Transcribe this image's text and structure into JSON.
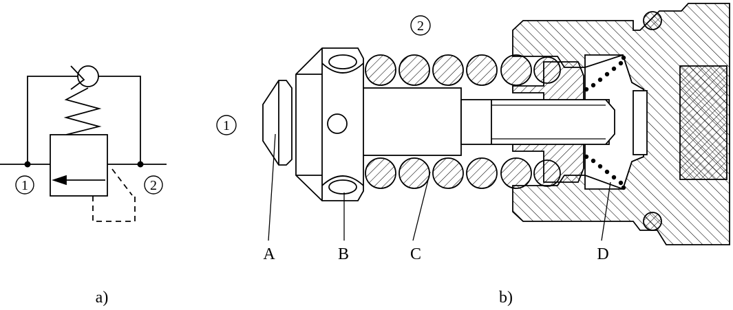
{
  "panel_a": {
    "caption": "a)",
    "port_left": "1",
    "port_right": "2"
  },
  "panel_b": {
    "caption": "b)",
    "port_left": "1",
    "port_top": "2",
    "labels": [
      "A",
      "B",
      "C",
      "D"
    ]
  },
  "colors": {
    "line": "#000000",
    "background": "#ffffff"
  }
}
